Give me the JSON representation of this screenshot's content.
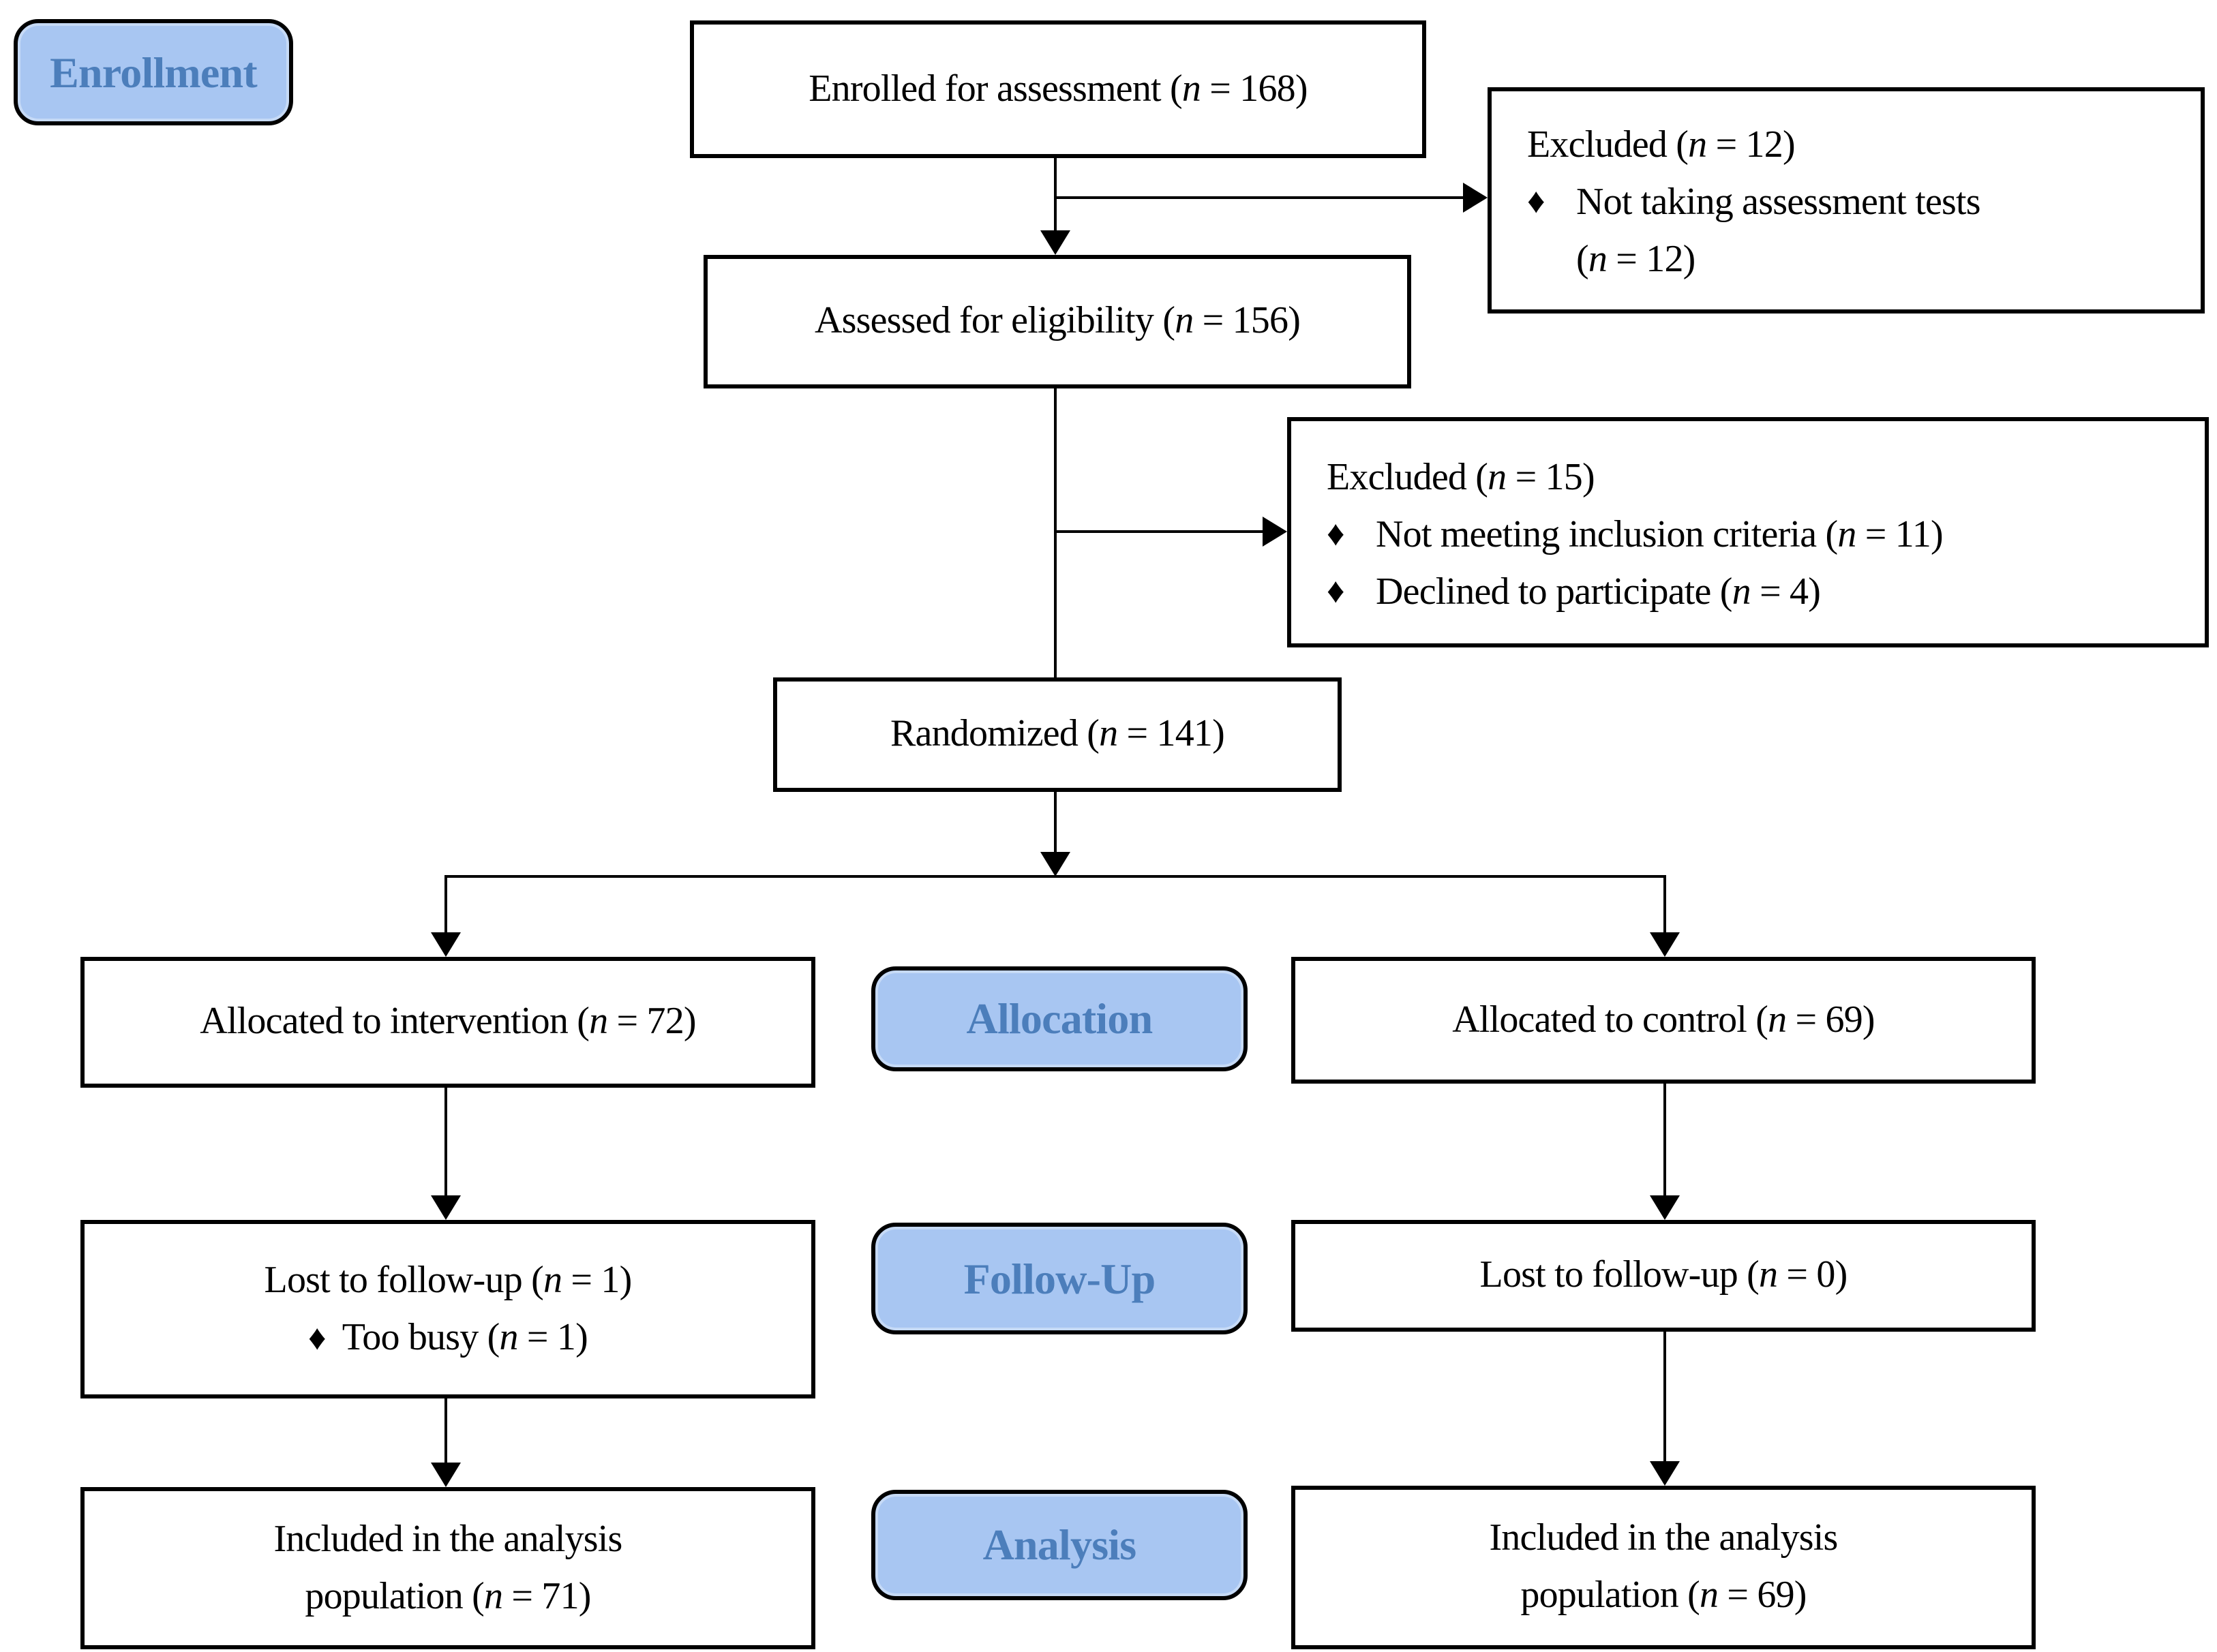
{
  "diagram": {
    "type": "consort-flow-diagram",
    "bullet": "♦",
    "stages": {
      "enrollment": "Enrollment",
      "allocation": "Allocation",
      "followup": "Follow-Up",
      "analysis": "Analysis"
    },
    "boxes": {
      "enrolled": "Enrolled for assessment (n = 168)",
      "excluded_assessment": {
        "title": "Excluded (n = 12)",
        "items": [
          "Not taking assessment tests\n(n = 12)"
        ]
      },
      "assessed": "Assessed for eligibility (n = 156)",
      "excluded_eligibility": {
        "title": "Excluded (n = 15)",
        "items": [
          "Not meeting inclusion criteria (n = 11)",
          "Declined to participate (n = 4)"
        ]
      },
      "randomized": "Randomized (n = 141)",
      "allocated_intervention": "Allocated to intervention (n = 72)",
      "allocated_control": "Allocated to control (n = 69)",
      "lost_intervention": {
        "title": "Lost to follow-up (n = 1)",
        "items": [
          "Too busy (n = 1)"
        ]
      },
      "lost_control": "Lost to follow-up (n = 0)",
      "included_intervention": "Included in the analysis\npopulation (n = 71)",
      "included_control": "Included in the analysis\npopulation (n = 69)"
    },
    "colors": {
      "stage_fill": "#A8C6F2",
      "stage_text": "#4C7EBB",
      "box_border": "#000000",
      "background": "#FFFFFF"
    }
  }
}
